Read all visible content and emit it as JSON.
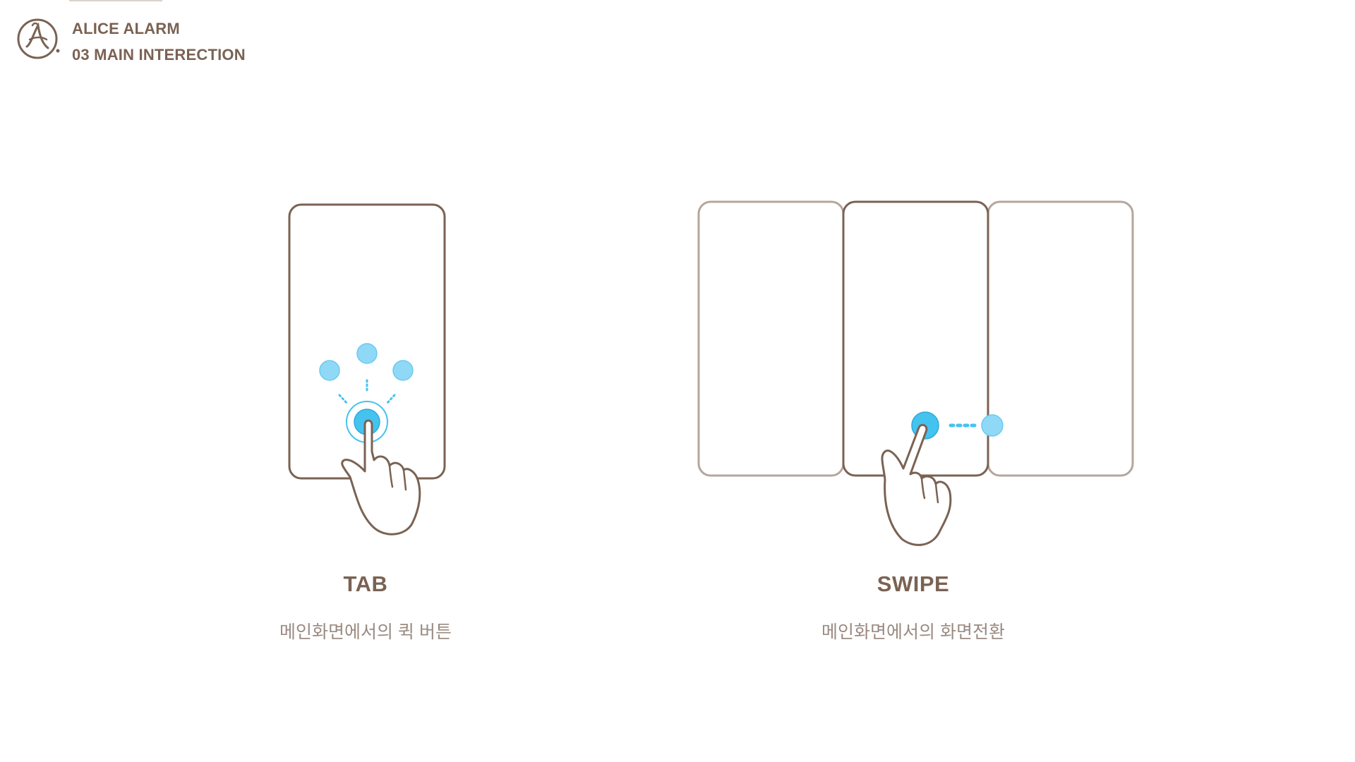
{
  "header": {
    "app_name": "ALICE ALARM",
    "section": "03 MAIN INTERECTION"
  },
  "gestures": [
    {
      "title": "TAB",
      "description": "메인화면에서의 퀵 버튼",
      "icon": "hand-tap-icon"
    },
    {
      "title": "SWIPE",
      "description": "메인화면에서의 화면전환",
      "icon": "hand-swipe-icon"
    }
  ],
  "colors": {
    "brand_brown": "#7a6253",
    "light_frame": "#b5a69c",
    "accent_blue": "#45c3ef",
    "light_blue": "#8fd9f6",
    "subtitle_gray": "#9a8b82"
  }
}
